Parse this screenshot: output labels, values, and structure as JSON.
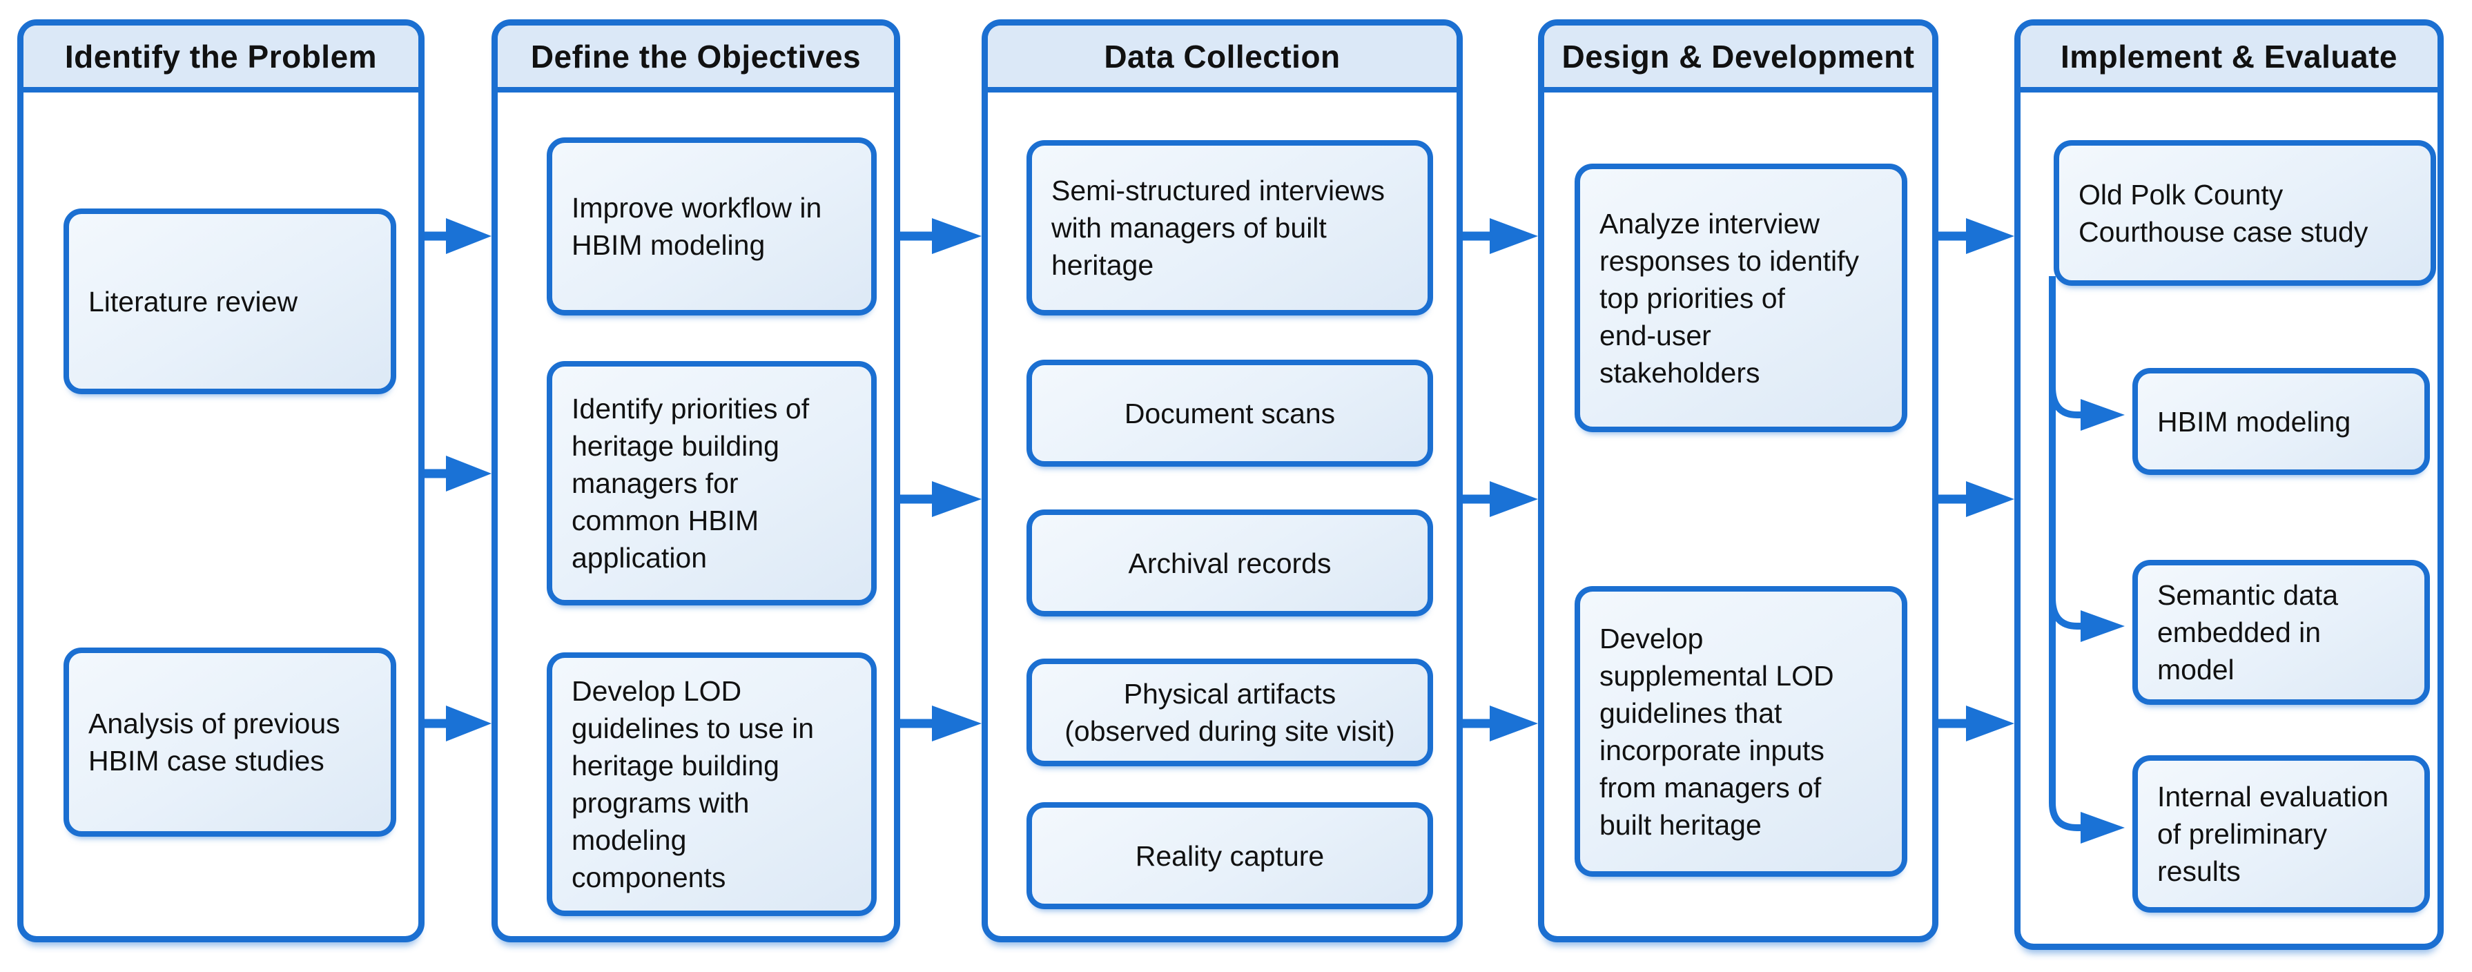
{
  "diagram": {
    "title_row": [
      "Identify the Problem",
      "Define the Objectives",
      "Data Collection",
      "Design & Development",
      "Implement & Evaluate"
    ],
    "columns": [
      {
        "id": "identify-problem",
        "title": "Identify the Problem",
        "boxes": [
          {
            "id": "literature-review",
            "text": "Literature review"
          },
          {
            "id": "analysis-previous-hbim",
            "text": "Analysis of previous\nHBIM case studies"
          }
        ]
      },
      {
        "id": "define-objectives",
        "title": "Define the Objectives",
        "boxes": [
          {
            "id": "improve-workflow",
            "text": "Improve workflow in\nHBIM modeling"
          },
          {
            "id": "identify-priorities",
            "text": "Identify priorities of\nheritage building\nmanagers for\ncommon HBIM\napplication"
          },
          {
            "id": "develop-lod-guidelines",
            "text": "Develop LOD\nguidelines to use in\nheritage building\nprograms with\nmodeling\ncomponents"
          }
        ]
      },
      {
        "id": "data-collection",
        "title": "Data Collection",
        "boxes": [
          {
            "id": "semi-structured-interviews",
            "text": "Semi-structured interviews\nwith managers of built\nheritage"
          },
          {
            "id": "document-scans",
            "text": "Document scans"
          },
          {
            "id": "archival-records",
            "text": "Archival records"
          },
          {
            "id": "physical-artifacts",
            "text": "Physical artifacts\n(observed during site visit)"
          },
          {
            "id": "reality-capture",
            "text": "Reality capture"
          }
        ]
      },
      {
        "id": "design-development",
        "title": "Design & Development",
        "boxes": [
          {
            "id": "analyze-interview-responses",
            "text": "Analyze interview\nresponses to identify\ntop priorities of\nend-user\nstakeholders"
          },
          {
            "id": "develop-supplemental-lod",
            "text": "Develop\nsupplemental LOD\nguidelines that\nincorporate inputs\nfrom managers of\nbuilt heritage"
          }
        ]
      },
      {
        "id": "implement-evaluate",
        "title": "Implement & Evaluate",
        "boxes": [
          {
            "id": "old-polk-county-courthouse",
            "text": "Old Polk County\nCourthouse case study"
          },
          {
            "id": "hbim-modeling",
            "text": "HBIM modeling"
          },
          {
            "id": "semantic-data-embedded",
            "text": "Semantic data\nembedded in\nmodel"
          },
          {
            "id": "internal-evaluation",
            "text": "Internal evaluation\nof preliminary\nresults"
          }
        ]
      }
    ],
    "arrows": [
      {
        "from": "identify-problem",
        "to": "define-objectives",
        "count": 3
      },
      {
        "from": "define-objectives",
        "to": "data-collection",
        "count": 3
      },
      {
        "from": "data-collection",
        "to": "design-development",
        "count": 3
      },
      {
        "from": "design-development",
        "to": "implement-evaluate",
        "count": 3
      },
      {
        "from": "old-polk-county-courthouse",
        "to": [
          "hbim-modeling",
          "semantic-data-embedded",
          "internal-evaluation"
        ]
      }
    ],
    "colors": {
      "border": "#1b6fd1",
      "arrow": "#1a72d6",
      "header_bg": "#dbe8f7",
      "box_bg": "#e8f0fa",
      "column_bg": "#ffffff",
      "text": "#111111"
    }
  }
}
